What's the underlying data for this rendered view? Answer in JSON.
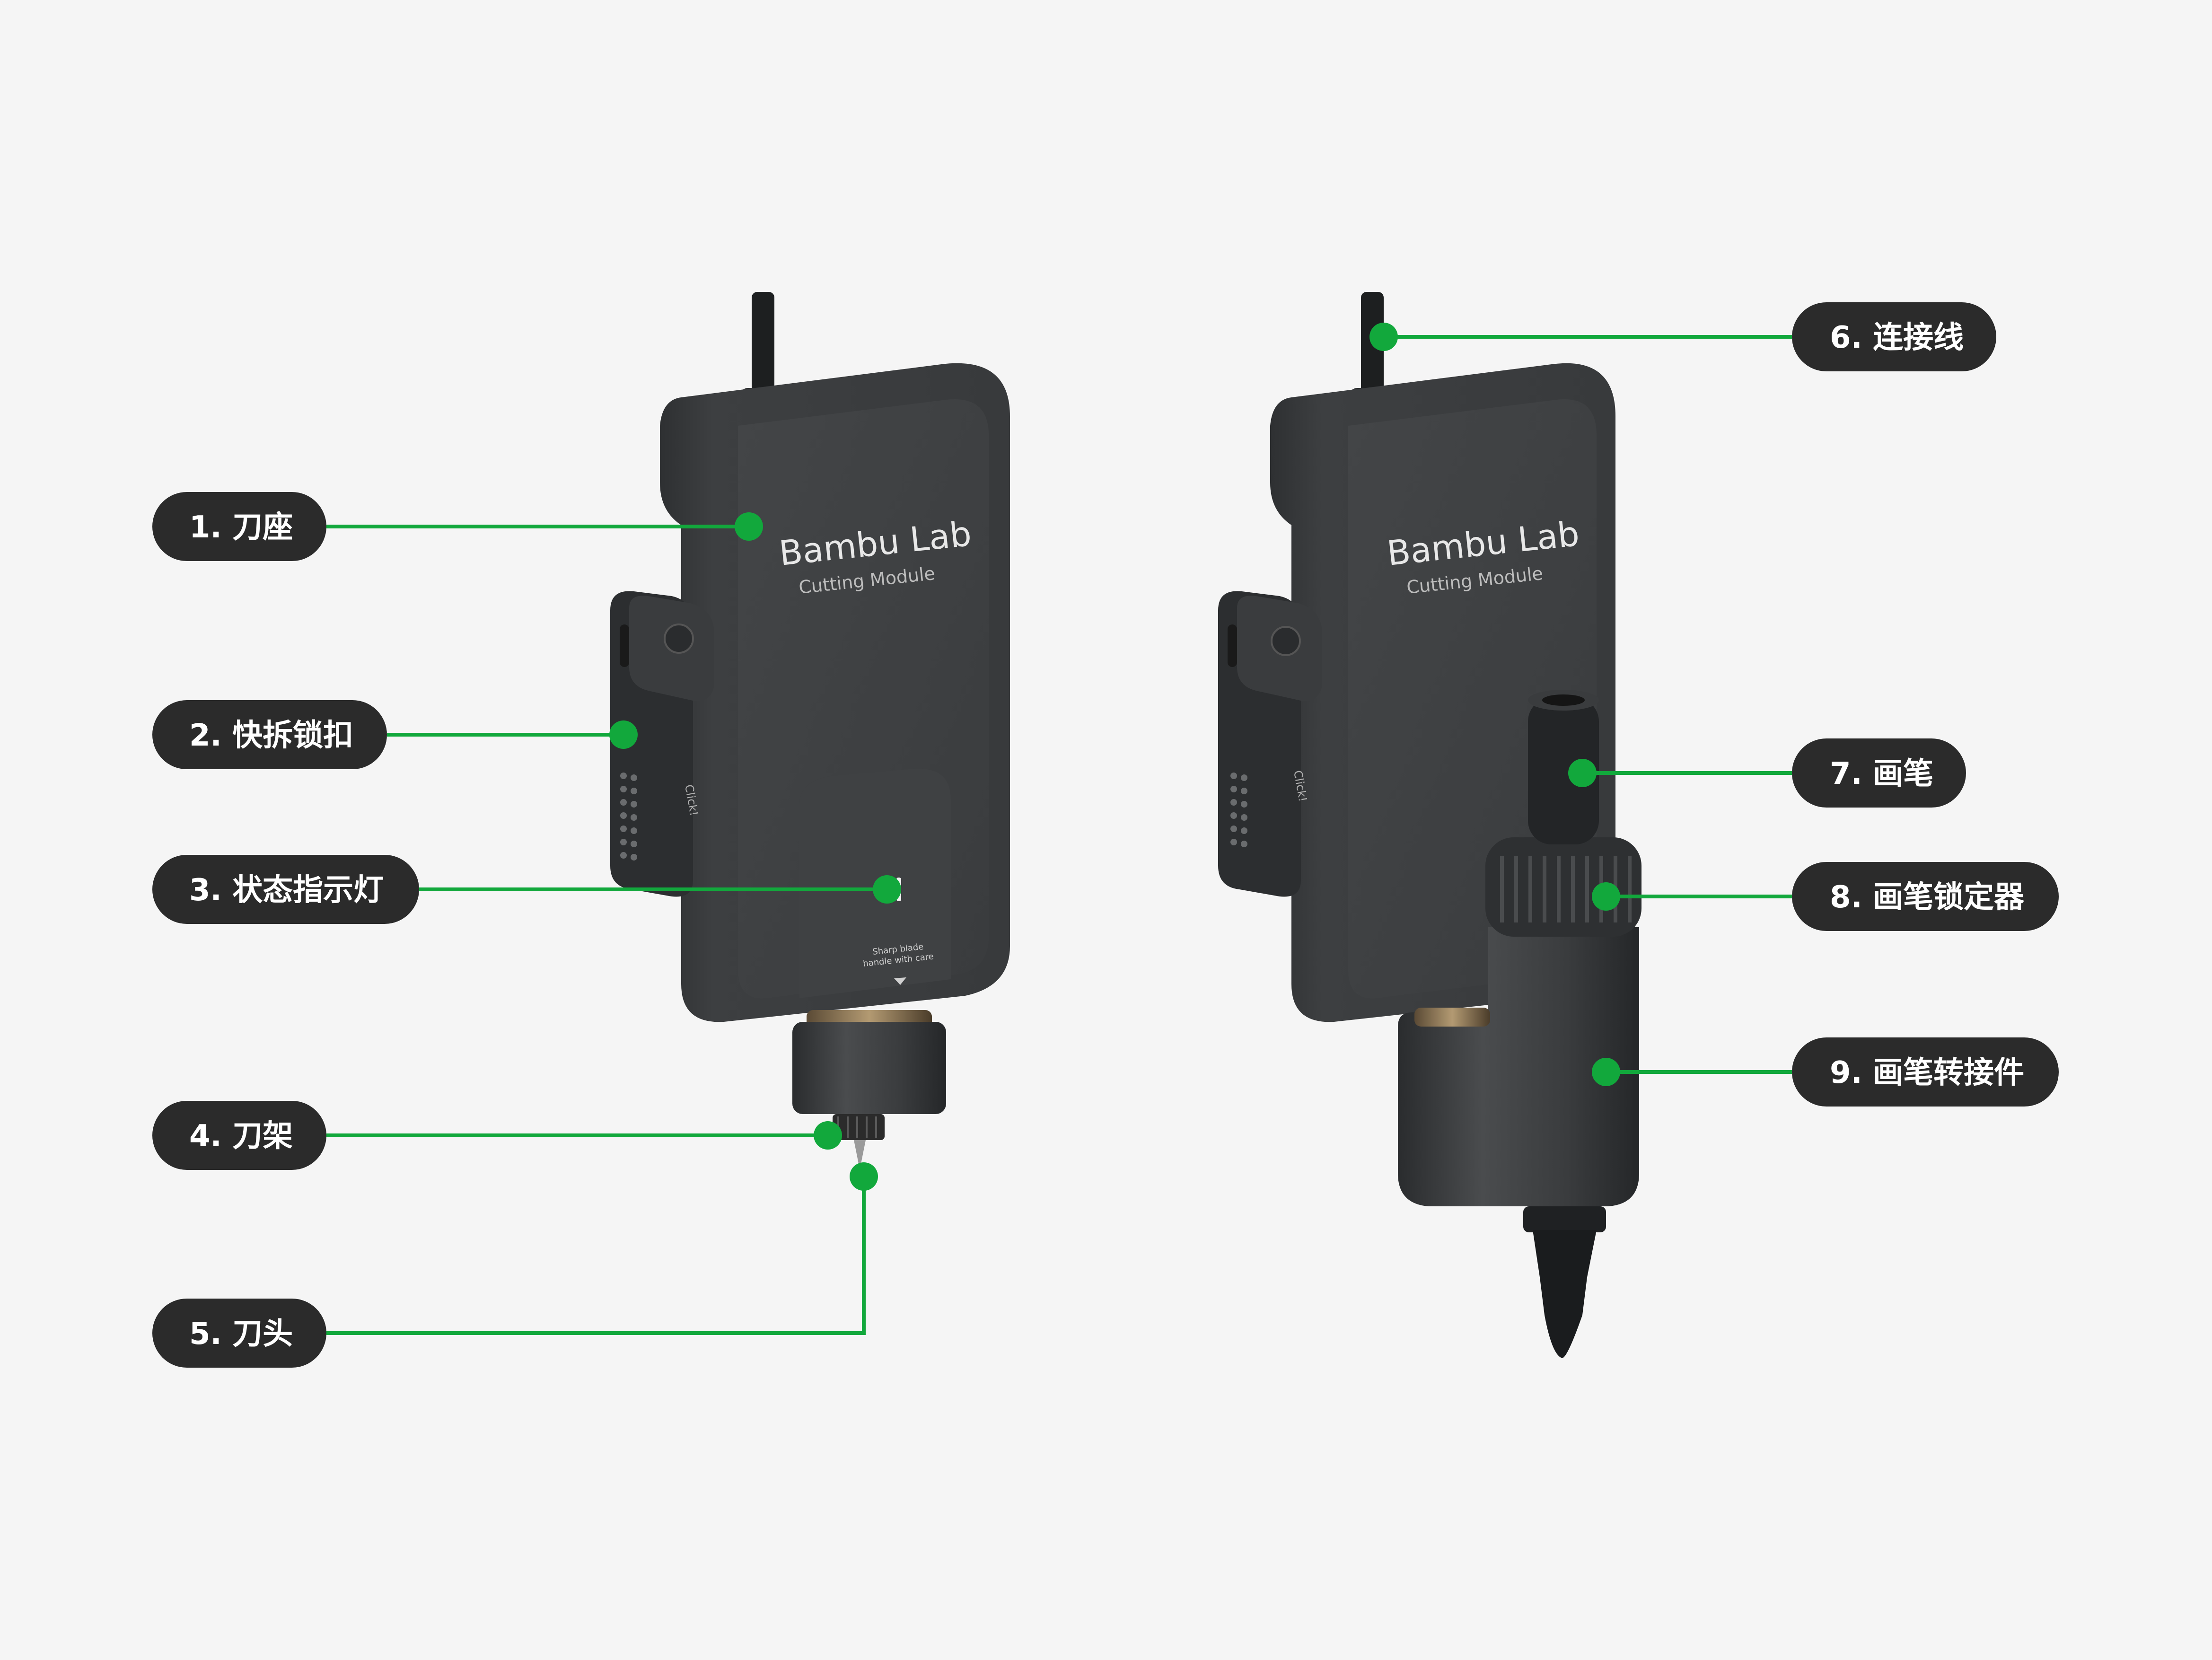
{
  "colors": {
    "background": "#f5f5f5",
    "accent_green": "#12a83c",
    "label_bg": "#2b2b2b",
    "label_text": "#ffffff",
    "device_body": "#3b3d3f"
  },
  "device_left": {
    "brand": "Bambu Lab",
    "model": "Cutting Module",
    "click_text": "Click!",
    "warning_line1": "Sharp blade",
    "warning_line2": "handle with care"
  },
  "device_right": {
    "brand": "Bambu Lab",
    "model": "Cutting Module",
    "click_text": "Click!"
  },
  "callouts": [
    {
      "id": 1,
      "text": "1. 刀座"
    },
    {
      "id": 2,
      "text": "2. 快拆锁扣"
    },
    {
      "id": 3,
      "text": "3. 状态指示灯"
    },
    {
      "id": 4,
      "text": "4. 刀架"
    },
    {
      "id": 5,
      "text": "5. 刀头"
    },
    {
      "id": 6,
      "text": "6. 连接线"
    },
    {
      "id": 7,
      "text": "7. 画笔"
    },
    {
      "id": 8,
      "text": "8. 画笔锁定器"
    },
    {
      "id": 9,
      "text": "9. 画笔转接件"
    }
  ]
}
